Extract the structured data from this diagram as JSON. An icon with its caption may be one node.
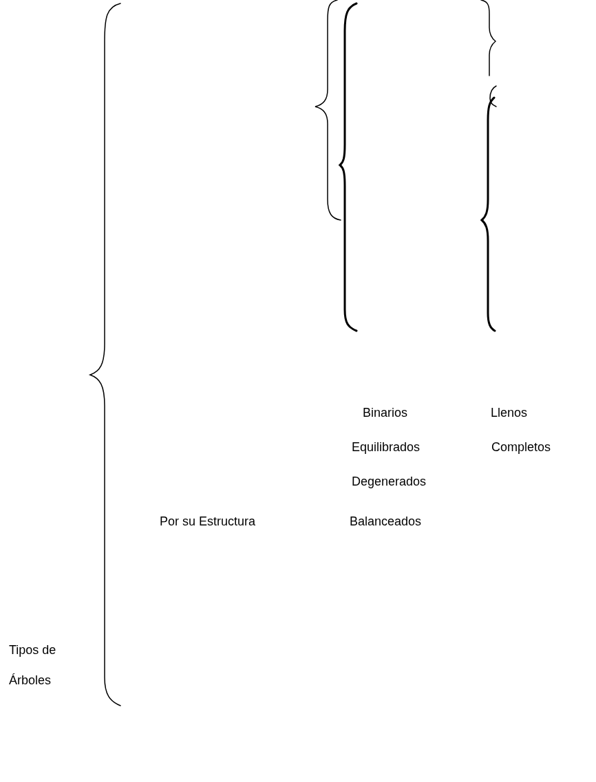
{
  "diagram": {
    "labels": [
      "Binarios",
      "Llenos",
      "Equilibrados",
      "Completos",
      "Degenerados",
      "Por su Estructura",
      "Balanceados",
      "Tipos de Árboles"
    ]
  }
}
